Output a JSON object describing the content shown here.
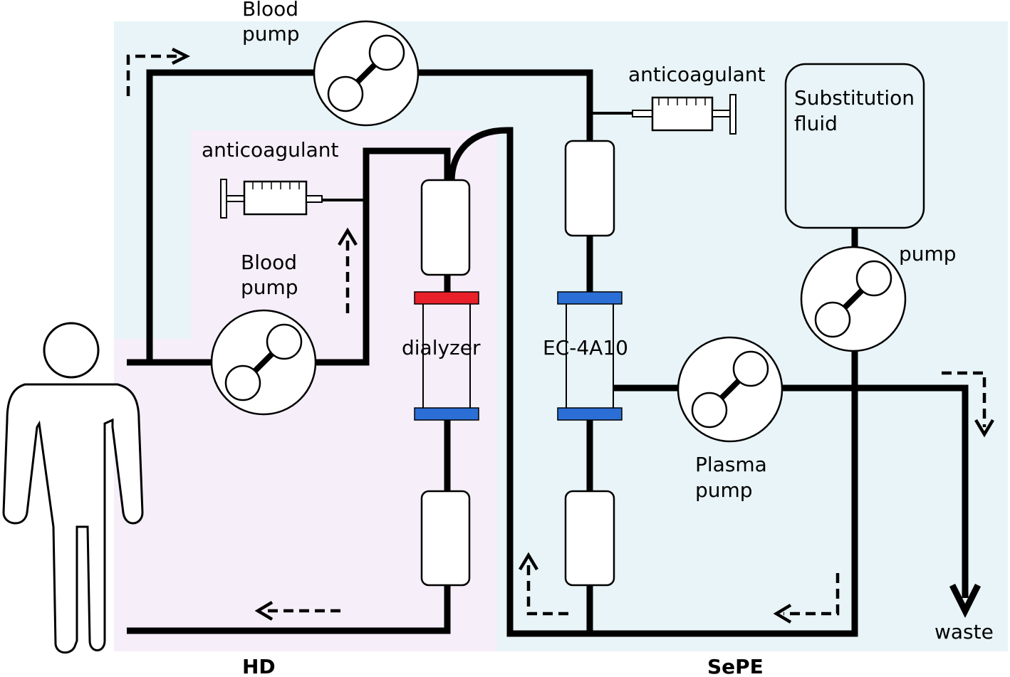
{
  "labels": {
    "blood_pump_top_line1": "Blood",
    "blood_pump_top_line2": "pump",
    "blood_pump_hd_line1": "Blood",
    "blood_pump_hd_line2": "pump",
    "anticoagulant_hd": "anticoagulant",
    "anticoagulant_sepe": "anticoagulant",
    "substitution_fluid_line1": "Substitution",
    "substitution_fluid_line2": "fluid",
    "pump": "pump",
    "dialyzer": "dialyzer",
    "ec_4a10": "EC-4A10",
    "plasma_pump_line1": "Plasma",
    "plasma_pump_line2": "pump",
    "waste": "waste",
    "hd": "HD",
    "sepe": "SePE"
  },
  "colors": {
    "sepe_region": "#e8f4f7",
    "hd_region": "#f6eef9",
    "dialyzer_red_cap": "#e8202a",
    "blue_cap": "#2b6fd6",
    "line": "#000000"
  },
  "icons": [
    "person-icon",
    "pump-icon",
    "syringe-icon",
    "dashed-arrow-icon"
  ]
}
